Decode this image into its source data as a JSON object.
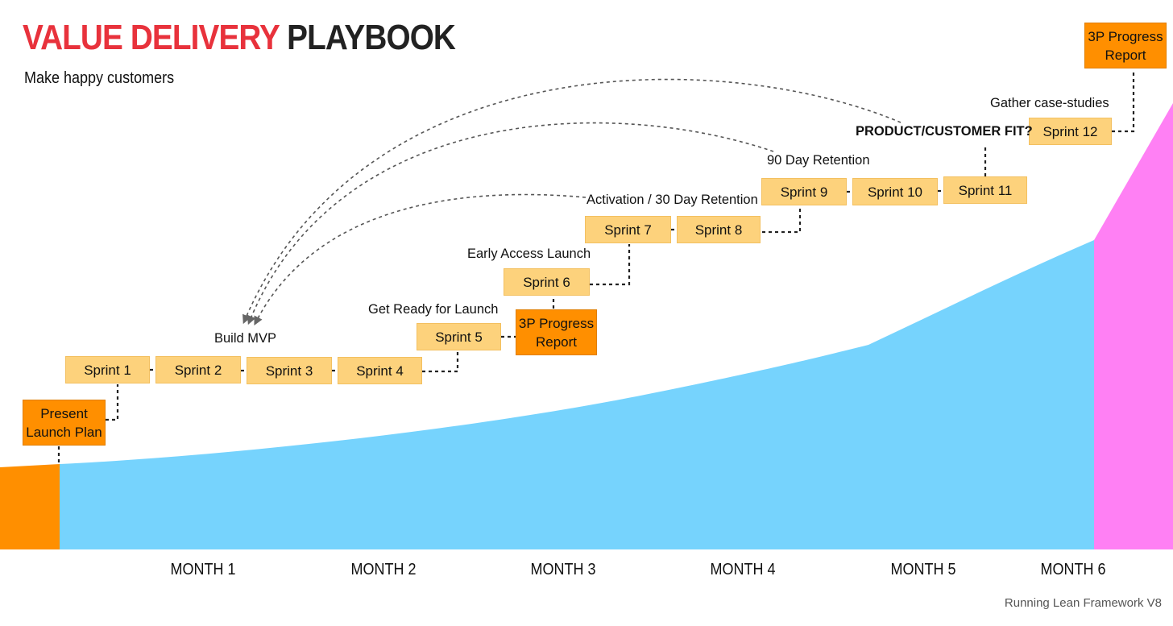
{
  "title": {
    "red": "VALUE DELIVERY",
    "dark": "PLAYBOOK"
  },
  "subtitle": "Make happy customers",
  "sprints": [
    "Sprint 1",
    "Sprint 2",
    "Sprint 3",
    "Sprint 4",
    "Sprint 5",
    "Sprint 6",
    "Sprint 7",
    "Sprint 8",
    "Sprint 9",
    "Sprint 10",
    "Sprint 11",
    "Sprint 12"
  ],
  "reports": {
    "present_launch_plan": {
      "line1": "Present",
      "line2": "Launch Plan"
    },
    "progress_report_1": {
      "line1": "3P Progress",
      "line2": "Report"
    },
    "progress_report_2": {
      "line1": "3P Progress",
      "line2": "Report"
    }
  },
  "milestones": {
    "build_mvp": "Build MVP",
    "get_ready": "Get Ready for Launch",
    "early_access": "Early Access Launch",
    "activation": "Activation / 30 Day Retention",
    "retention_90": "90 Day Retention",
    "case_studies": "Gather case-studies",
    "pcf": "PRODUCT/CUSTOMER FIT?"
  },
  "months": [
    "MONTH 1",
    "MONTH 2",
    "MONTH 3",
    "MONTH 4",
    "MONTH 5",
    "MONTH 6"
  ],
  "footer": "Running Lean Framework V8",
  "colors": {
    "title_red": "#e8323c",
    "sprint": "#fdd27c",
    "report": "#ff8f00",
    "area_blue": "#76d3fd",
    "area_pink": "#ff80f4",
    "area_orange": "#ff8f00"
  }
}
